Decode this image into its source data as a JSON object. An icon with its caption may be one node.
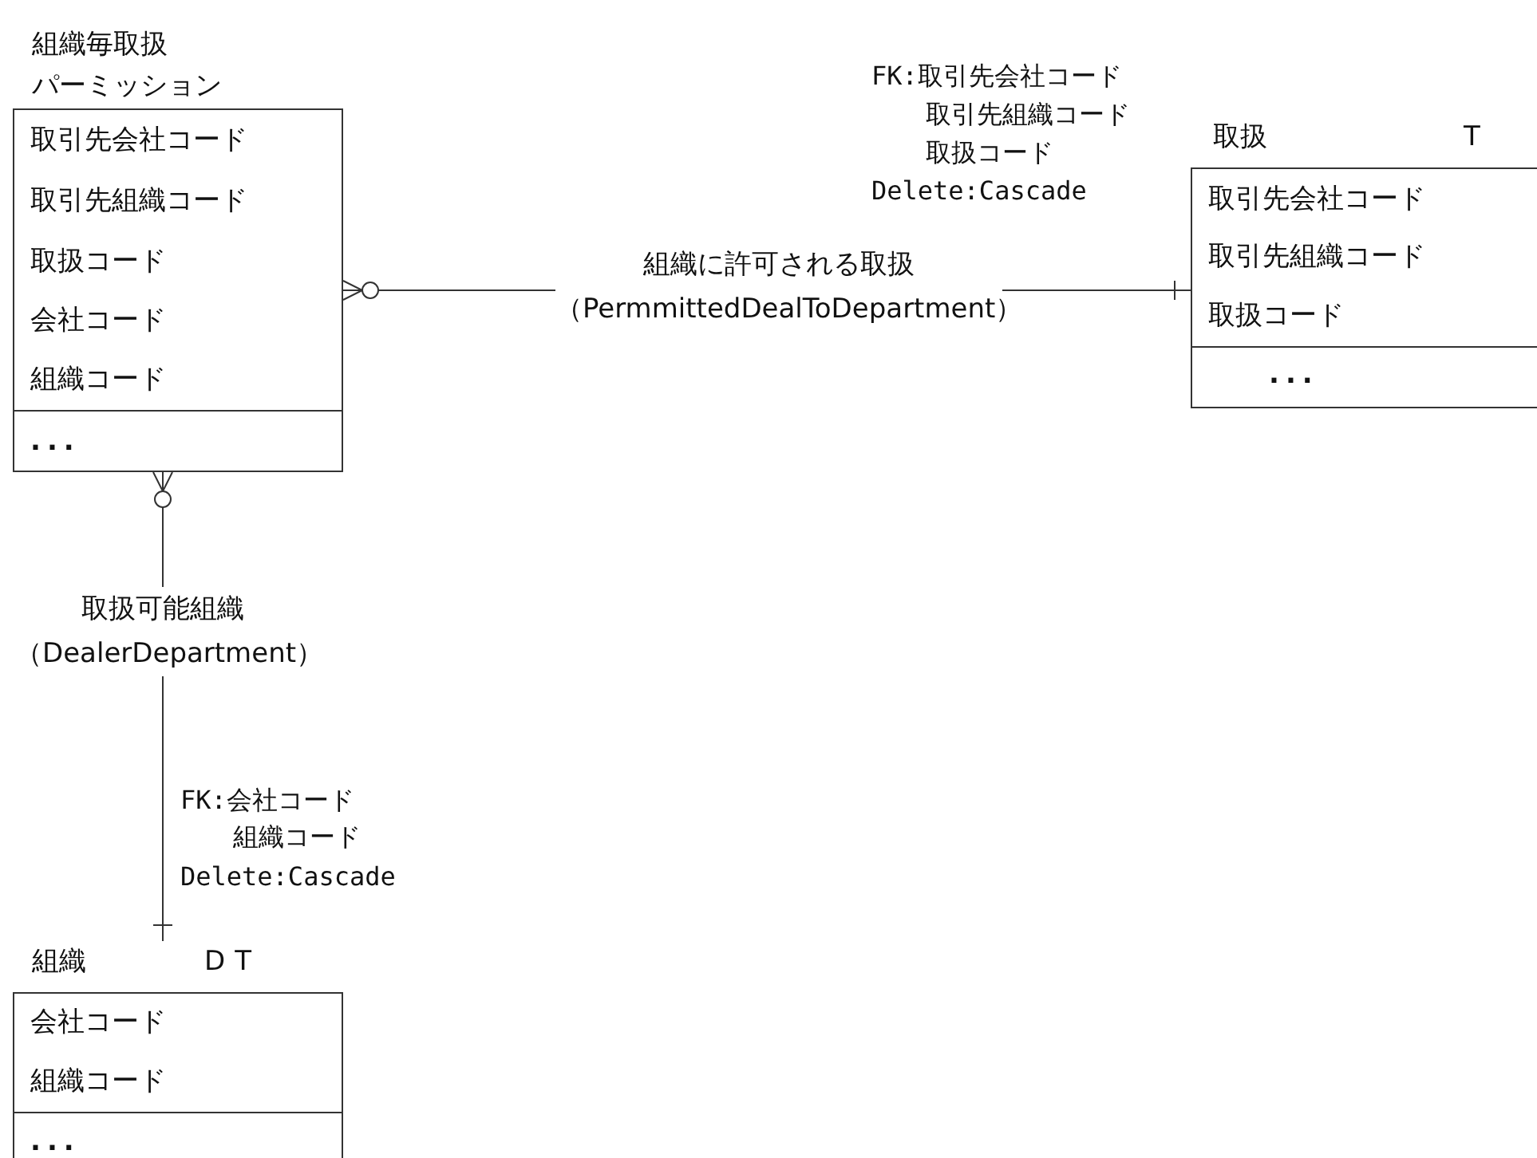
{
  "diagram": {
    "nodes": [
      {
        "text": [
          "組織毎取扱パーミッション",
          "取引先会社コード",
          "取引先組織コード",
          "取扱コード",
          "会社コード",
          "組織コード",
          "..."
        ]
      },
      {
        "text": [
          "組織",
          "DT",
          "会社コード",
          "組織コード",
          "..."
        ]
      },
      {
        "text": [
          "取扱",
          "T",
          "取引先会社コード",
          "取引先組織コード",
          "取扱コード",
          "..."
        ]
      }
    ],
    "edges": [
      {
        "from": 0,
        "to": 2,
        "arrow": "other",
        "label": "組織に許可される取扱（PermmittedDealToDepartment）"
      },
      {
        "from": 0,
        "to": 1,
        "arrow": "other",
        "label": "取扱可能組織（DealerDepartment）"
      }
    ],
    "labels": [
      "FK:取引先会社コード",
      "取引先組織コード",
      "取扱コード",
      "Delete:Cascade",
      "FK:会社コード",
      "組織コード",
      "Delete:Cascade"
    ]
  }
}
